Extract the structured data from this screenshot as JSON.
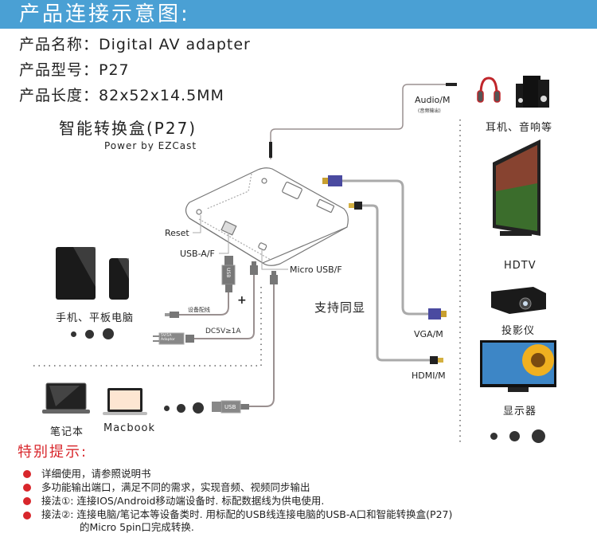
{
  "header": {
    "title": "产品连接示意图:"
  },
  "specs": [
    {
      "label": "产品名称：",
      "value": "Digital AV adapter"
    },
    {
      "label": "产品型号：",
      "value": "P27"
    },
    {
      "label": "产品长度：",
      "value": "82x52x14.5MM"
    }
  ],
  "product": {
    "title": "智能转换盒(P27)",
    "subtitle": "Power by EZCast"
  },
  "ports": {
    "reset": "Reset",
    "usb_af": "USB-A/F",
    "micro_usb": "Micro USB/F",
    "audio": "Audio/M",
    "audio_sub": "(音频输出)",
    "vga": "VGA/M",
    "hdmi": "HDMI/M"
  },
  "cables": {
    "device_cable": "设备配线",
    "dc_power": "DC5V≥1A",
    "adapter_line1": "5V/1A",
    "adapter_line2": "Adaptor",
    "usb_plug": "USB",
    "plus": "+"
  },
  "sync_label": "支持同显",
  "devices_left": {
    "mobile": "手机、平板电脑",
    "laptop": "笔记本",
    "macbook": "Macbook"
  },
  "devices_right": {
    "audio": "耳机、音响等",
    "hdtv": "HDTV",
    "projector": "投影仪",
    "monitor": "显示器"
  },
  "notes": {
    "title": "特别提示:",
    "items": [
      "详细使用，请参照说明书",
      "多功能输出端口，满足不同的需求，实现音频、视频同步输出",
      "接法①: 连接IOS/Android移动端设备时. 标配数据线为供电使用.",
      "接法②: 连接电脑/笔记本等设备类时. 用标配的USB线连接电脑的USB-A口和智能转换盒(P27)"
    ],
    "continuation": "的Micro 5pin口完成转换."
  },
  "colors": {
    "header": "#4aa0d4",
    "accent_red": "#d8262b",
    "cable": "#9a9090",
    "vga_blue": "#4a4aa0"
  }
}
